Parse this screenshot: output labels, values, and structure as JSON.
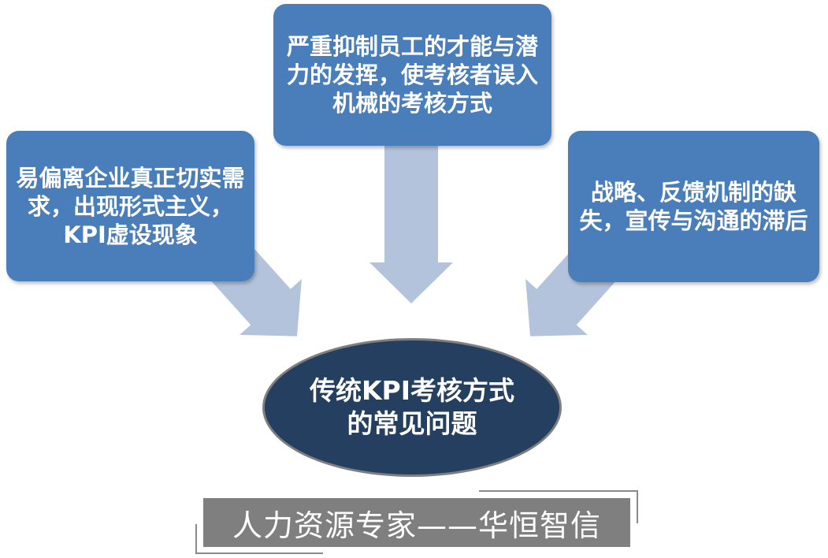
{
  "boxes": {
    "top": "严重抑制员工的才能与潜力的发挥，使考核者误入机械的考核方式",
    "left": "易偏离企业真正切实需求，出现形式主义，KPI虚设现象",
    "right": "战略、反馈机制的缺失，宣传与沟通的滞后"
  },
  "center": "传统KPI考核方式的常见问题",
  "banner": "人力资源专家——华恒智信",
  "colors": {
    "box": "#4a7ebb",
    "arrow": "#b3c3dc",
    "center": "#243f60",
    "banner": "#7f7f7f"
  }
}
